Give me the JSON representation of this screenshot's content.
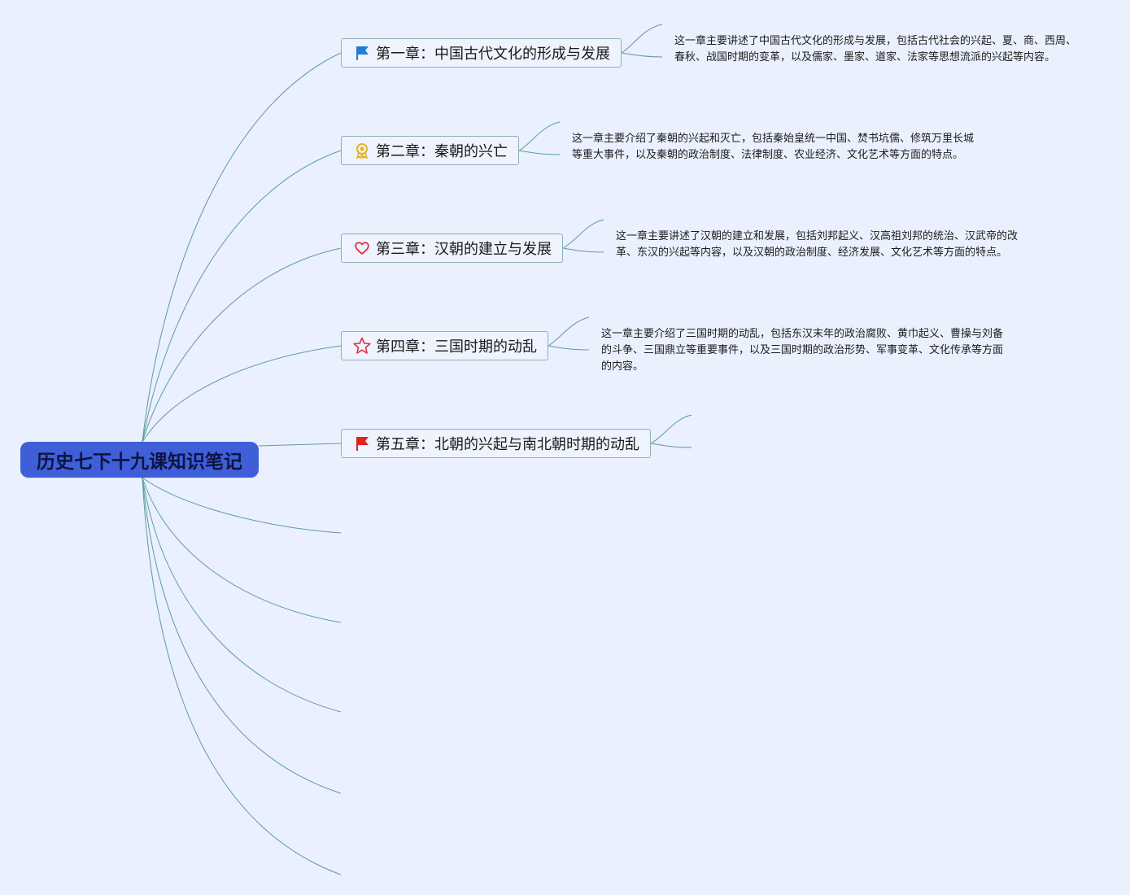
{
  "root": {
    "title": "历史七下十九课知识笔记"
  },
  "chapters": [
    {
      "title": "第一章：中国古代文化的形成与发展",
      "icon": "blue-flag-icon",
      "note": "这一章主要讲述了中国古代文化的形成与发展，包括古代社会的兴起、夏、商、西周、春秋、战国时期的变革，以及儒家、墨家、道家、法家等思想流派的兴起等内容。"
    },
    {
      "title": "第二章：秦朝的兴亡",
      "icon": "award-ribbon-icon",
      "note": "这一章主要介绍了秦朝的兴起和灭亡，包括秦始皇统一中国、焚书坑儒、修筑万里长城等重大事件，以及秦朝的政治制度、法律制度、农业经济、文化艺术等方面的特点。"
    },
    {
      "title": "第三章：汉朝的建立与发展",
      "icon": "heart-icon",
      "note": "这一章主要讲述了汉朝的建立和发展，包括刘邦起义、汉高祖刘邦的统治、汉武帝的改革、东汉的兴起等内容，以及汉朝的政治制度、经济发展、文化艺术等方面的特点。"
    },
    {
      "title": "第四章：三国时期的动乱",
      "icon": "star-icon",
      "note": "这一章主要介绍了三国时期的动乱，包括东汉末年的政治腐败、黄巾起义、曹操与刘备的斗争、三国鼎立等重要事件，以及三国时期的政治形势、军事变革、文化传承等方面的内容。"
    },
    {
      "title": "第五章：北朝的兴起与南北朝时期的动乱",
      "icon": "red-flag-icon",
      "note": ""
    }
  ],
  "colors": {
    "root_bg": "#3f5fd9",
    "connector": "#5e9d98",
    "topic_border": "#8fb0b7",
    "background": "#eaf0fd"
  }
}
